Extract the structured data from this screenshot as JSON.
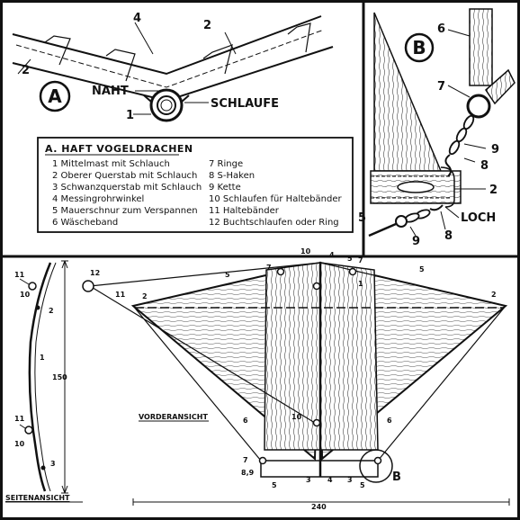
{
  "detail_a": {
    "marker": "A",
    "labels": {
      "four": "4",
      "two_top": "2",
      "two_left": "2",
      "one": "1"
    },
    "naht": "NAHT",
    "schlaufe": "SCHLAUFE"
  },
  "detail_b": {
    "marker": "B",
    "labels": {
      "six": "6",
      "seven": "7",
      "nine_top": "9",
      "eight_top": "8",
      "two": "2",
      "five": "5",
      "nine_bottom": "9",
      "eight_bottom": "8"
    },
    "loch": "LOCH"
  },
  "legend": {
    "title": "A. HAFT VOGELDRACHEN",
    "items": [
      "1 Mittelmast mit Schlauch",
      "2 Oberer Querstab mit Schlauch",
      "3 Schwanzquerstab mit Schlauch",
      "4 Messingrohrwinkel",
      "5 Mauerschnur zum Verspannen",
      "6 Wäscheband",
      "7 Ringe",
      "8 S-Haken",
      "9 Kette",
      "10 Schlaufen für Haltebänder",
      "11 Haltebänder",
      "12 Buchtschlaufen oder Ring"
    ]
  },
  "side_view": {
    "caption": "SEITENANSICHT",
    "labels": {
      "eleven_top": "11",
      "ten_top": "10",
      "two": "2",
      "one": "1",
      "eleven_bottom": "11",
      "ten_bottom": "10",
      "three": "3"
    }
  },
  "front_view": {
    "caption": "VORDERANSICHT",
    "dim_height": "150",
    "dim_width": "240",
    "marker_b": "B",
    "labels": {
      "twelve": "12",
      "eleven": "11",
      "two_left": "2",
      "two_right": "2",
      "five_left": "5",
      "five_right": "5",
      "seven_left": "7",
      "ten_top": "10",
      "four_top": "4",
      "five_top": "5",
      "seven_top": "7",
      "one": "1",
      "six_left": "6",
      "six_right": "6",
      "ten_mid": "10",
      "seven_bottom": "7",
      "eight_nine": "8,9",
      "five_bottom_left": "5",
      "three_left": "3",
      "four_bottom": "4",
      "three_right": "3",
      "five_bottom_right": "5"
    }
  }
}
